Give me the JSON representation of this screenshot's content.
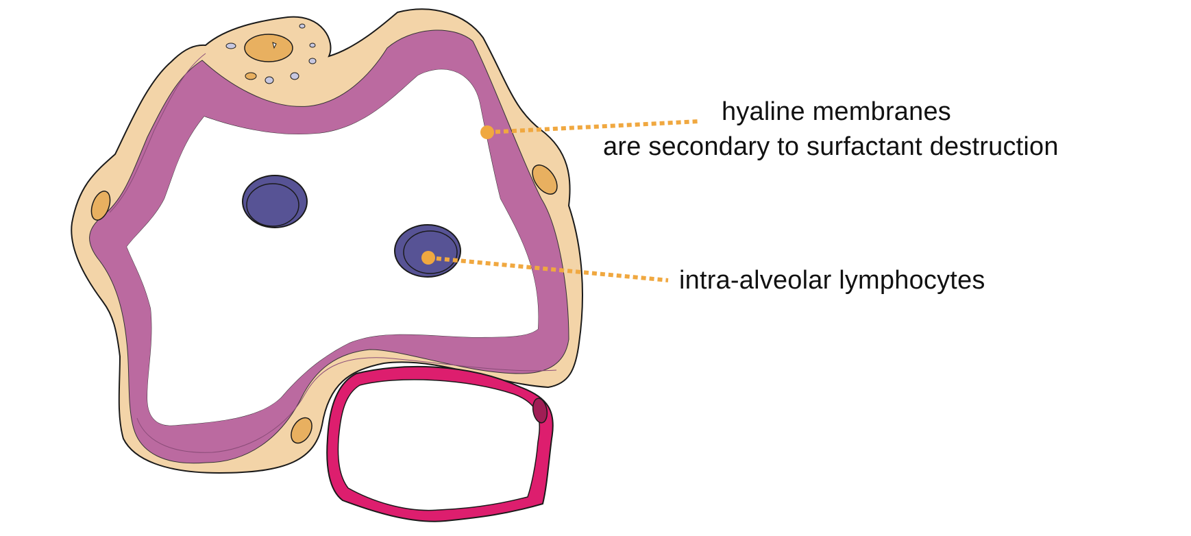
{
  "labels": {
    "hyaline_line1": "hyaline membranes",
    "hyaline_line2": "are secondary to surfactant destruction",
    "lymphocytes": "intra-alveolar lymphocytes"
  },
  "colors": {
    "interstitium": "#f3d4a8",
    "hyaline_membrane": "#bb6aa0",
    "lymphocyte": "#575395",
    "capillary_wall": "#dd1e6e",
    "capillary_cell": "#a01e55",
    "leader": "#f0a840",
    "outline": "#1a1a1a"
  }
}
